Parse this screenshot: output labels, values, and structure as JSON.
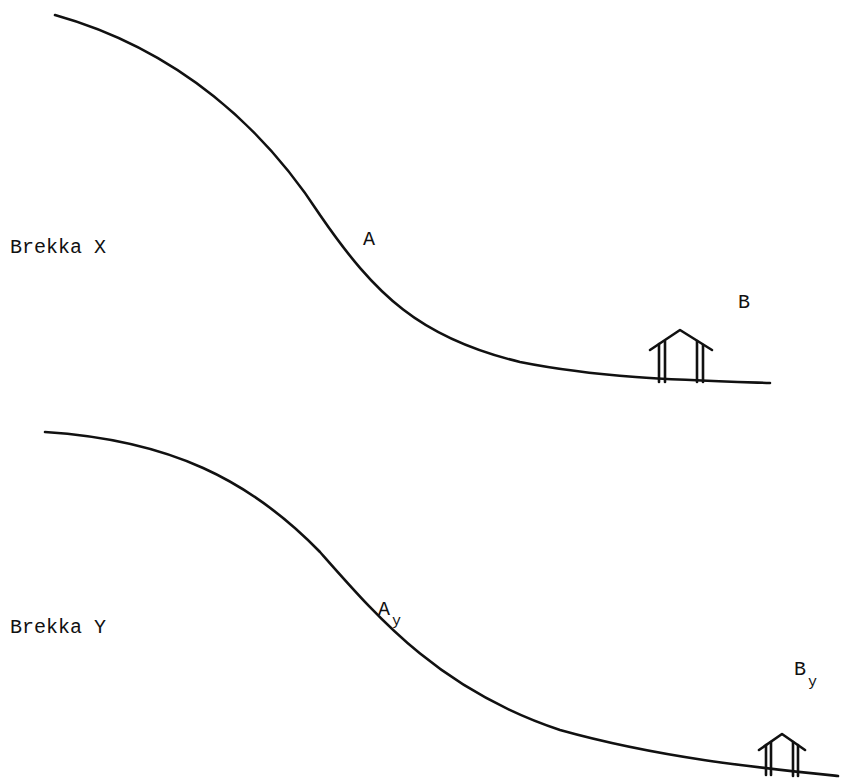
{
  "diagram": {
    "labels": [
      "Brekka X",
      "A",
      "B",
      "Brekka Y",
      "A",
      "y",
      "B",
      "y"
    ]
  }
}
